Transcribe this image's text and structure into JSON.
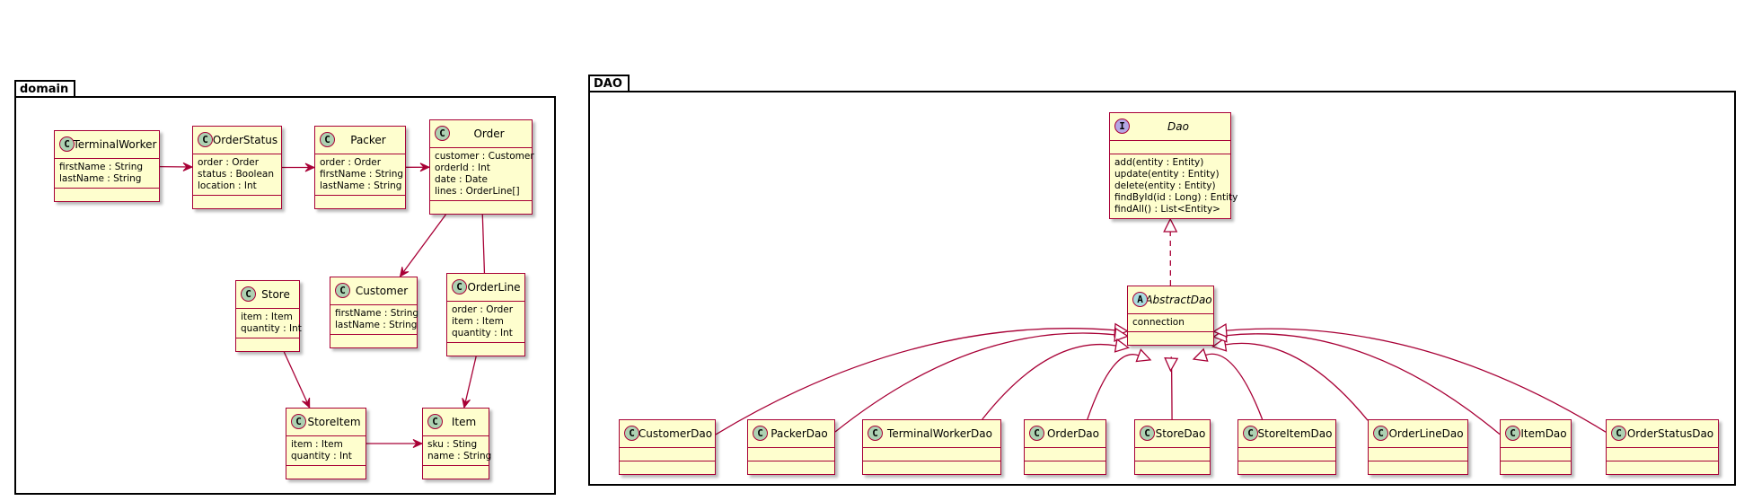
{
  "colors": {
    "class_fill": "#FEFECE",
    "class_border": "#A80036",
    "edge": "#A80036",
    "stereo_class": "#ADD1B2",
    "stereo_abstract": "#A9DCDF",
    "stereo_interface": "#B4A7E5"
  },
  "packages": [
    {
      "id": "domain",
      "label": "domain"
    },
    {
      "id": "dao",
      "label": "DAO"
    }
  ],
  "classes": [
    {
      "id": "TerminalWorker",
      "name": "TerminalWorker",
      "kind": "class",
      "stereo": "C",
      "fields": [
        "firstName : String",
        "lastName : String"
      ],
      "methods": []
    },
    {
      "id": "OrderStatus",
      "name": "OrderStatus",
      "kind": "class",
      "stereo": "C",
      "fields": [
        "order : Order",
        "status : Boolean",
        "location : Int"
      ],
      "methods": []
    },
    {
      "id": "Packer",
      "name": "Packer",
      "kind": "class",
      "stereo": "C",
      "fields": [
        "order : Order",
        "firstName : String",
        "lastName : String"
      ],
      "methods": []
    },
    {
      "id": "Order",
      "name": "Order",
      "kind": "class",
      "stereo": "C",
      "fields": [
        "customer : Customer",
        "orderId : Int",
        "date : Date",
        "lines : OrderLine[]"
      ],
      "methods": []
    },
    {
      "id": "Store",
      "name": "Store",
      "kind": "class",
      "stereo": "C",
      "fields": [
        "item : Item",
        "quantity : Int"
      ],
      "methods": []
    },
    {
      "id": "Customer",
      "name": "Customer",
      "kind": "class",
      "stereo": "C",
      "fields": [
        "firstName : String",
        "lastName : String"
      ],
      "methods": []
    },
    {
      "id": "OrderLine",
      "name": "OrderLine",
      "kind": "class",
      "stereo": "C",
      "fields": [
        "order : Order",
        "item : Item",
        "quantity : Int"
      ],
      "methods": []
    },
    {
      "id": "StoreItem",
      "name": "StoreItem",
      "kind": "class",
      "stereo": "C",
      "fields": [
        "item : Item",
        "quantity : Int"
      ],
      "methods": []
    },
    {
      "id": "Item",
      "name": "Item",
      "kind": "class",
      "stereo": "C",
      "fields": [
        "sku : Sting",
        "name : String"
      ],
      "methods": []
    },
    {
      "id": "Dao",
      "name": "Dao",
      "kind": "interface",
      "stereo": "I",
      "fields": [],
      "methods": [
        "add(entity : Entity)",
        "update(entity : Entity)",
        "delete(entity : Entity)",
        "findById(id : Long) : Entity",
        "findAll() : List<Entity>"
      ]
    },
    {
      "id": "AbstractDao",
      "name": "AbstractDao",
      "kind": "abstract",
      "stereo": "A",
      "fields": [
        "connection"
      ],
      "methods": []
    },
    {
      "id": "CustomerDao",
      "name": "CustomerDao",
      "kind": "class",
      "stereo": "C",
      "fields": [],
      "methods": []
    },
    {
      "id": "PackerDao",
      "name": "PackerDao",
      "kind": "class",
      "stereo": "C",
      "fields": [],
      "methods": []
    },
    {
      "id": "TerminalWorkerDao",
      "name": "TerminalWorkerDao",
      "kind": "class",
      "stereo": "C",
      "fields": [],
      "methods": []
    },
    {
      "id": "OrderDao",
      "name": "OrderDao",
      "kind": "class",
      "stereo": "C",
      "fields": [],
      "methods": []
    },
    {
      "id": "StoreDao",
      "name": "StoreDao",
      "kind": "class",
      "stereo": "C",
      "fields": [],
      "methods": []
    },
    {
      "id": "StoreItemDao",
      "name": "StoreItemDao",
      "kind": "class",
      "stereo": "C",
      "fields": [],
      "methods": []
    },
    {
      "id": "OrderLineDao",
      "name": "OrderLineDao",
      "kind": "class",
      "stereo": "C",
      "fields": [],
      "methods": []
    },
    {
      "id": "ItemDao",
      "name": "ItemDao",
      "kind": "class",
      "stereo": "C",
      "fields": [],
      "methods": []
    },
    {
      "id": "OrderStatusDao",
      "name": "OrderStatusDao",
      "kind": "class",
      "stereo": "C",
      "fields": [],
      "methods": []
    }
  ],
  "relations": [
    {
      "from": "TerminalWorker",
      "to": "OrderStatus",
      "type": "association"
    },
    {
      "from": "OrderStatus",
      "to": "Packer",
      "type": "association"
    },
    {
      "from": "Packer",
      "to": "Order",
      "type": "association"
    },
    {
      "from": "Order",
      "to": "Customer",
      "type": "association"
    },
    {
      "from": "Order",
      "to": "OrderLine",
      "type": "link"
    },
    {
      "from": "OrderLine",
      "to": "Item",
      "type": "association"
    },
    {
      "from": "Store",
      "to": "StoreItem",
      "type": "association"
    },
    {
      "from": "StoreItem",
      "to": "Item",
      "type": "association"
    },
    {
      "from": "AbstractDao",
      "to": "Dao",
      "type": "realization"
    },
    {
      "from": "CustomerDao",
      "to": "AbstractDao",
      "type": "inheritance"
    },
    {
      "from": "PackerDao",
      "to": "AbstractDao",
      "type": "inheritance"
    },
    {
      "from": "TerminalWorkerDao",
      "to": "AbstractDao",
      "type": "inheritance"
    },
    {
      "from": "OrderDao",
      "to": "AbstractDao",
      "type": "inheritance"
    },
    {
      "from": "StoreDao",
      "to": "AbstractDao",
      "type": "inheritance"
    },
    {
      "from": "StoreItemDao",
      "to": "AbstractDao",
      "type": "inheritance"
    },
    {
      "from": "OrderLineDao",
      "to": "AbstractDao",
      "type": "inheritance"
    },
    {
      "from": "ItemDao",
      "to": "AbstractDao",
      "type": "inheritance"
    },
    {
      "from": "OrderStatusDao",
      "to": "AbstractDao",
      "type": "inheritance"
    }
  ]
}
